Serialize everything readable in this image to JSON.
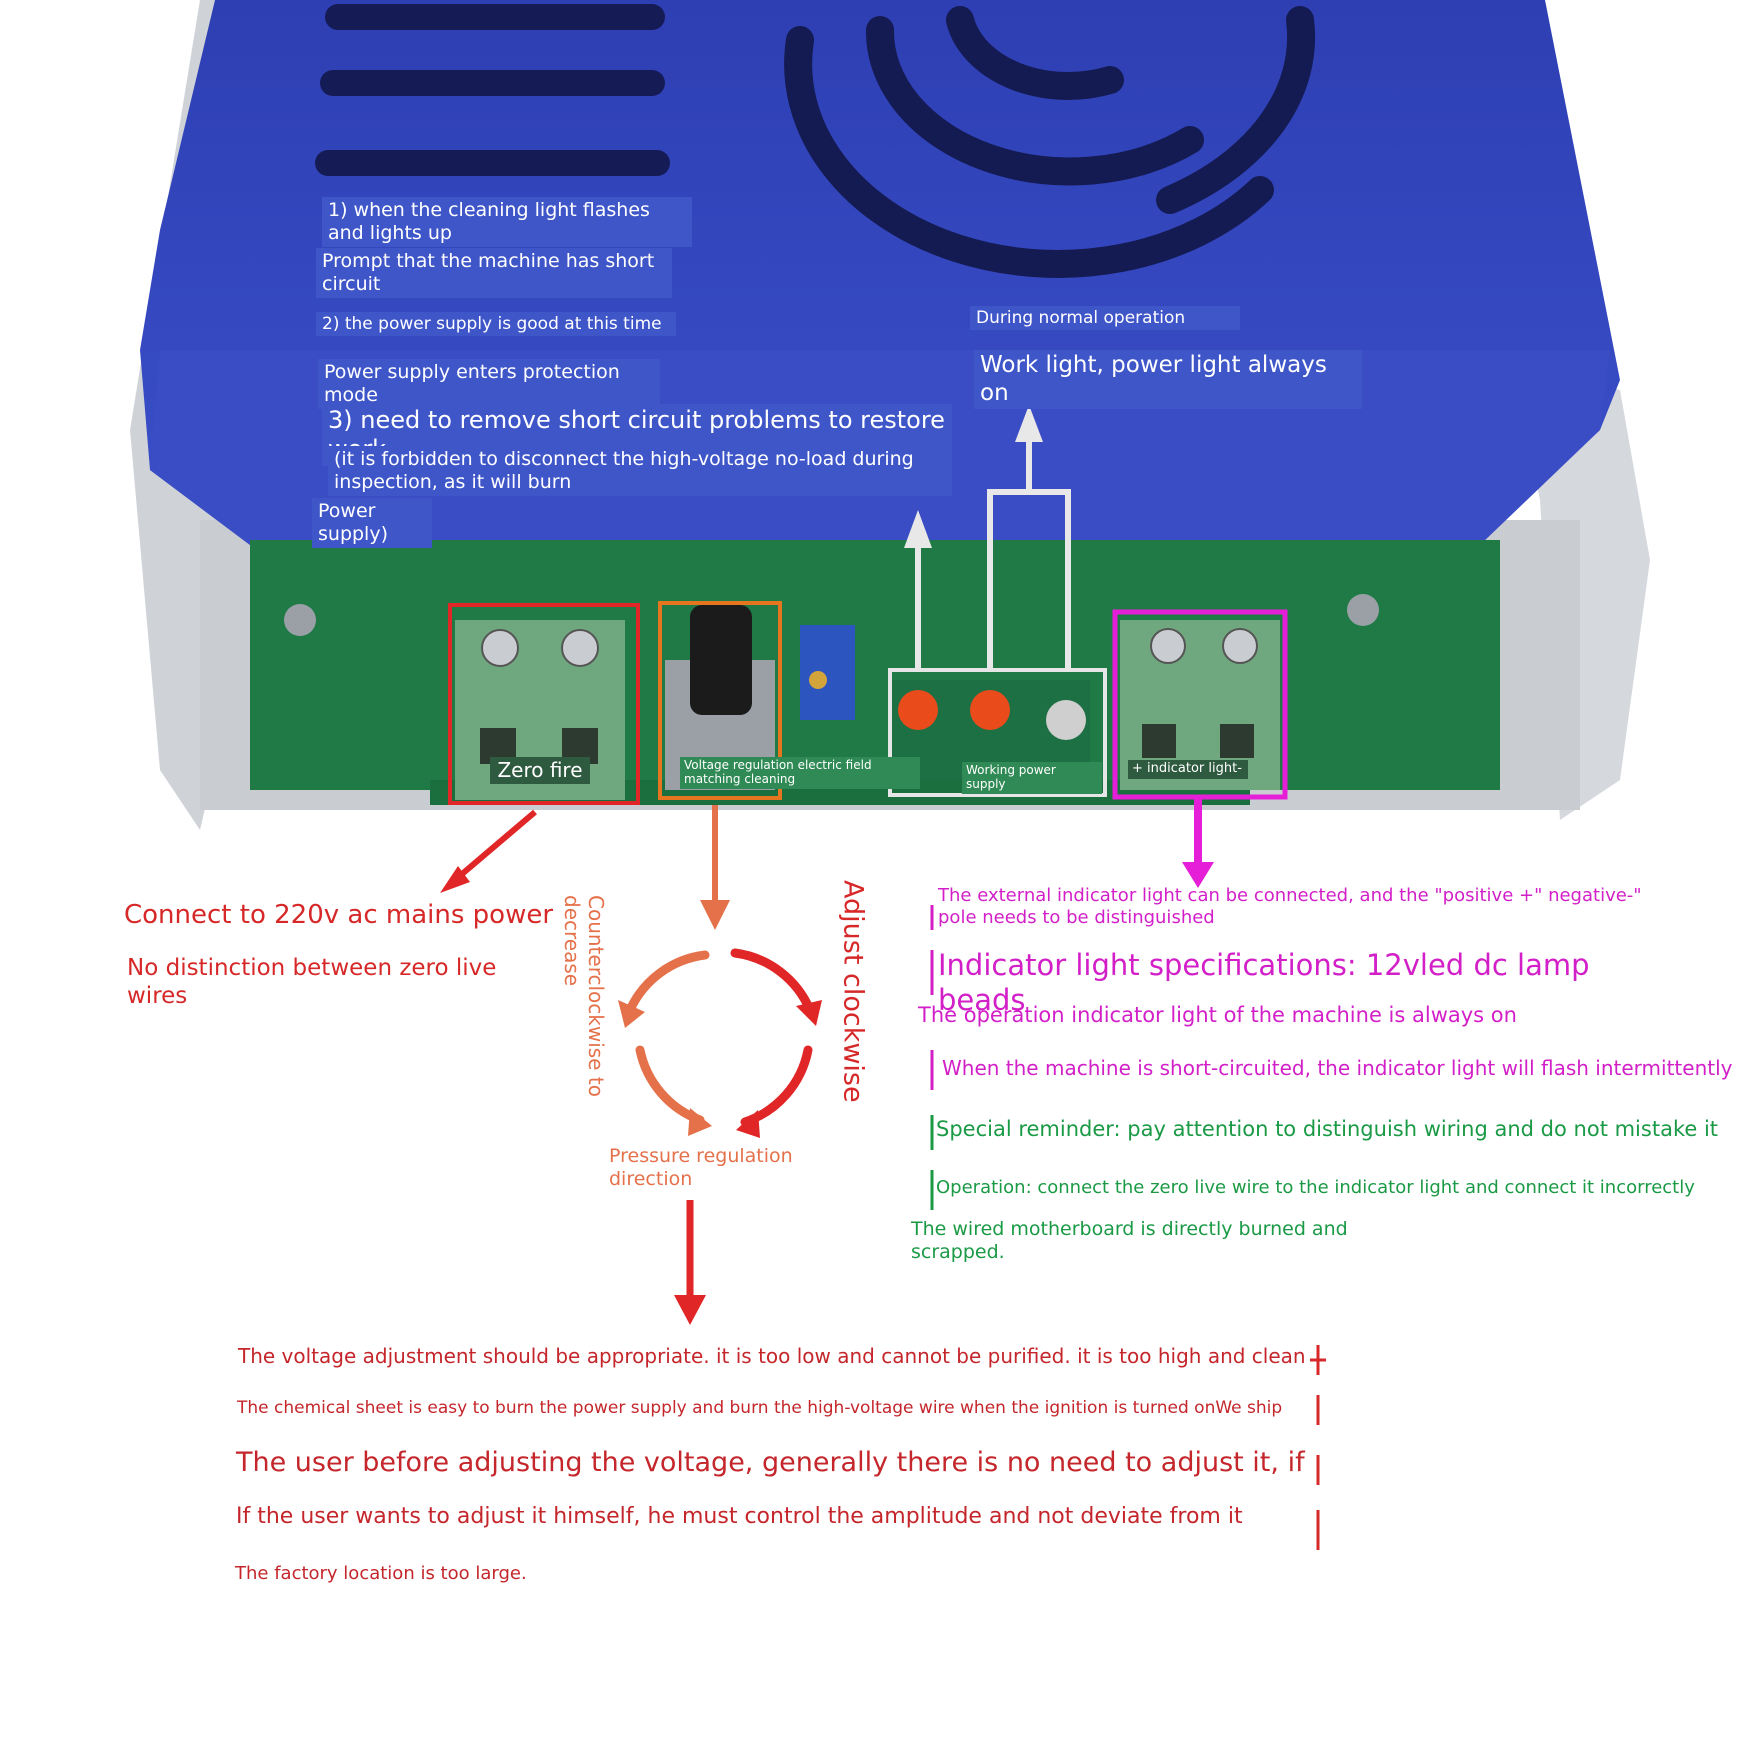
{
  "colors": {
    "housing_blue": "#3142b8",
    "pcb_green": "#1f7a45",
    "terminal_green": "#6fa77f",
    "red": "#d62828",
    "orange": "#e5714b",
    "magenta": "#e51fd8",
    "green_text": "#1b9a46",
    "white_line": "#e8e8e8"
  },
  "housing_labels": {
    "flash_1": "1) when the cleaning light flashes and lights up",
    "prompt_short": "Prompt that the machine has short circuit",
    "power_good": "2) the power supply is good at this time",
    "protection_mode": "Power supply enters protection mode",
    "remove_short": "3) need to remove short circuit problems to restore work",
    "forbidden": "(it is forbidden to disconnect the high-voltage no-load during inspection, as it will burn",
    "power_supply": "Power supply)",
    "normal_operation": "During normal operation",
    "work_light": "Work light, power light always on"
  },
  "pcb_labels": {
    "zero_fire": "Zero fire",
    "voltage_regulation": "Voltage regulation electric field matching cleaning",
    "working_power": "Working power supply",
    "indicator": "+ indicator light-"
  },
  "left_notes": {
    "connect_220v": "Connect to 220v ac mains power",
    "no_distinction": "No distinction between zero live wires"
  },
  "rotation": {
    "ccw": "Counterclockwise to decrease",
    "cw": "Adjust clockwise",
    "direction": "Pressure regulation direction"
  },
  "right_notes": {
    "external": "The external indicator light can be connected, and the \"positive +\" negative-\" pole needs to be distinguished",
    "spec": "Indicator light specifications: 12vled dc lamp beads",
    "always_on": "The operation indicator light of the machine is always on",
    "short_flash": "When the machine is short-circuited, the indicator light will flash intermittently",
    "reminder": "Special reminder: pay attention to distinguish wiring and do not mistake it",
    "operation": "Operation: connect the zero live wire to the indicator light and connect it incorrectly",
    "burned": "The wired motherboard is directly burned and scrapped."
  },
  "bottom_notes": {
    "line1": "The voltage adjustment should be appropriate. it is too low and cannot be purified. it is too high and clean",
    "line2": "The chemical sheet is easy to burn the power supply and burn the high-voltage wire when the ignition is turned onWe ship",
    "line3": "The user before adjusting the voltage, generally there is no need to adjust it, if",
    "line4": "If the user wants to adjust it himself, he must control the amplitude and not deviate from it",
    "line5": "The factory location is too large."
  }
}
